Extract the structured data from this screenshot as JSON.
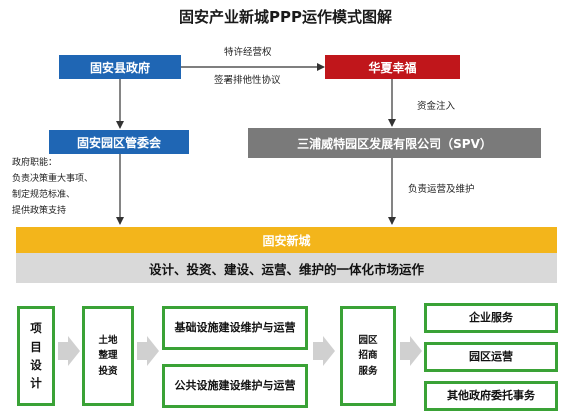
{
  "title": "固安产业新城PPP运作模式图解",
  "top": {
    "gov": "固安县政府",
    "huaxia": "华夏幸福",
    "committee": "固安园区管委会",
    "spv": "三浦威特园区发展有限公司（SPV）",
    "arrow_top_label": "特许经营权",
    "arrow_bottom_label": "签署排他性协议",
    "capital_label": "资金注入",
    "ops_label": "负责运营及维护",
    "gov_duties": [
      "政府职能：",
      "负责决策重大事项、",
      "制定规范标准、",
      "提供政策支持"
    ]
  },
  "band": {
    "city": "固安新城",
    "tagline": "设计、投资、建设、运营、维护的一体化市场运作"
  },
  "flow": {
    "design": "项目设计",
    "land": "土地整理投资",
    "infra": "基础设施建设维护与运营",
    "public": "公共设施建设维护与运营",
    "park": "园区招商服务",
    "services": [
      "企业服务",
      "园区运营",
      "其他政府委托事务"
    ]
  },
  "colors": {
    "blue": "#1f66b4",
    "red": "#c0161b",
    "gray": "#7a7a7a",
    "gold": "#f3b51b",
    "light_gray": "#d9d9d9",
    "green": "#3aa236"
  }
}
